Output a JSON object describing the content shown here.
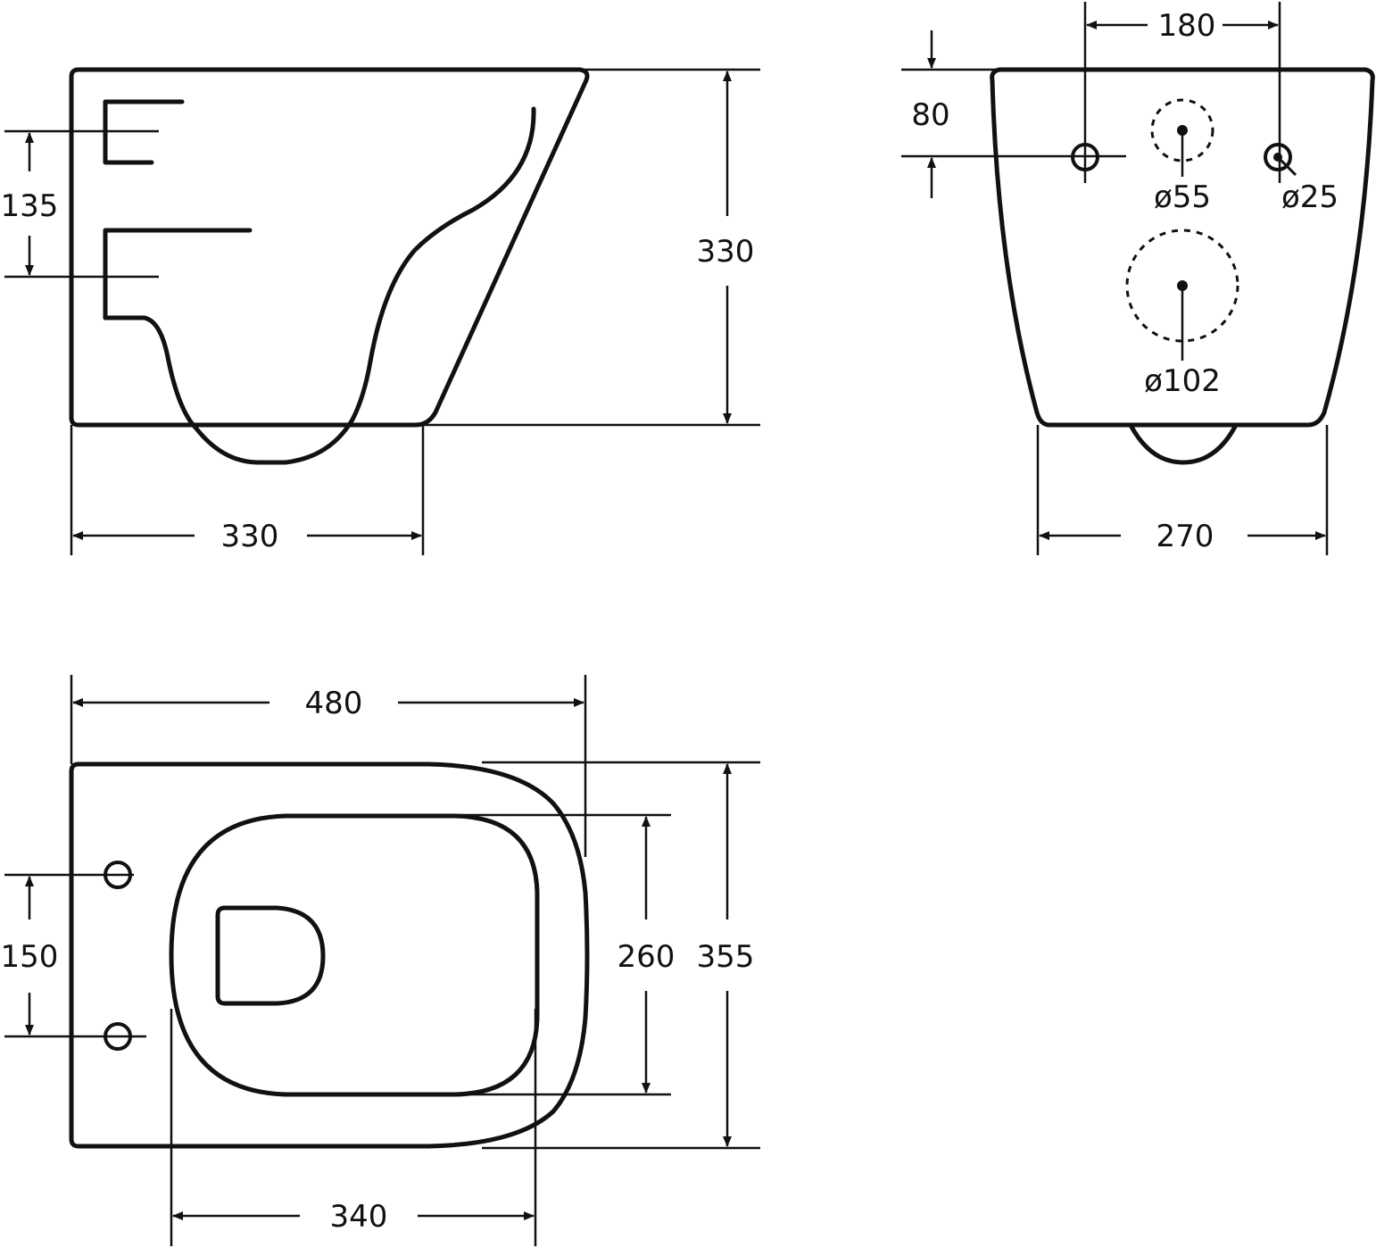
{
  "side_view": {
    "height": "330",
    "depth": "330",
    "inlet_spacing": "135"
  },
  "rear_view": {
    "bolt_spacing": "180",
    "inlet_offset": "80",
    "inlet_diameter": "ø55",
    "bolt_diameter": "ø25",
    "outlet_diameter": "ø102",
    "width": "270"
  },
  "top_view": {
    "length": "480",
    "width": "355",
    "bowl_width": "260",
    "bowl_length": "340",
    "bolt_spacing": "150"
  }
}
